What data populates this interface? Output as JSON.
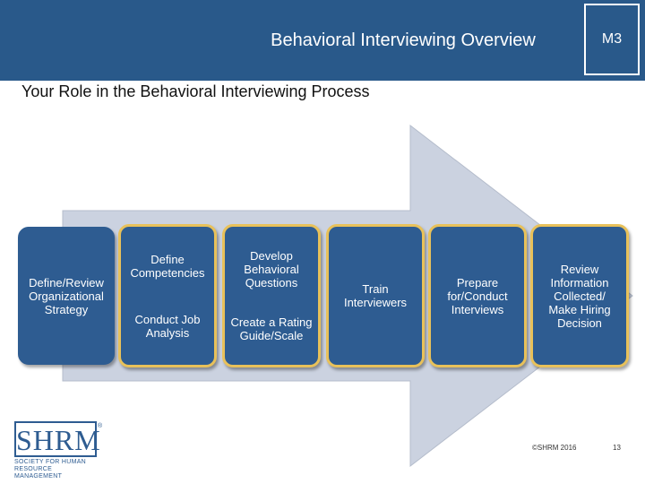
{
  "header": {
    "title": "Behavioral Interviewing Overview",
    "module": "M3",
    "background_color": "#29598a"
  },
  "subtitle": "Your Role in the Behavioral Interviewing Process",
  "process": {
    "arrow_color": "#cbd2e0",
    "box_color": "#2e5c91",
    "highlight_border_color": "#e8c15a",
    "steps": [
      {
        "lines": [
          "Define/Review Organizational Strategy"
        ],
        "highlighted": false
      },
      {
        "lines": [
          "Define Competencies",
          "Conduct Job Analysis"
        ],
        "highlighted": true
      },
      {
        "lines": [
          "Develop Behavioral Questions",
          "Create a Rating Guide/Scale"
        ],
        "highlighted": true
      },
      {
        "lines": [
          "Train Interviewers"
        ],
        "highlighted": true
      },
      {
        "lines": [
          "Prepare for/Conduct Interviews"
        ],
        "highlighted": true
      },
      {
        "lines": [
          "Review Information Collected/ Make Hiring Decision"
        ],
        "highlighted": true
      }
    ]
  },
  "logo": {
    "wordmark": "SHRM",
    "registered": "®",
    "tagline_1": "SOCIETY FOR HUMAN",
    "tagline_2": "RESOURCE MANAGEMENT"
  },
  "footer": {
    "copyright": "©SHRM 2016",
    "page_number": "13"
  }
}
